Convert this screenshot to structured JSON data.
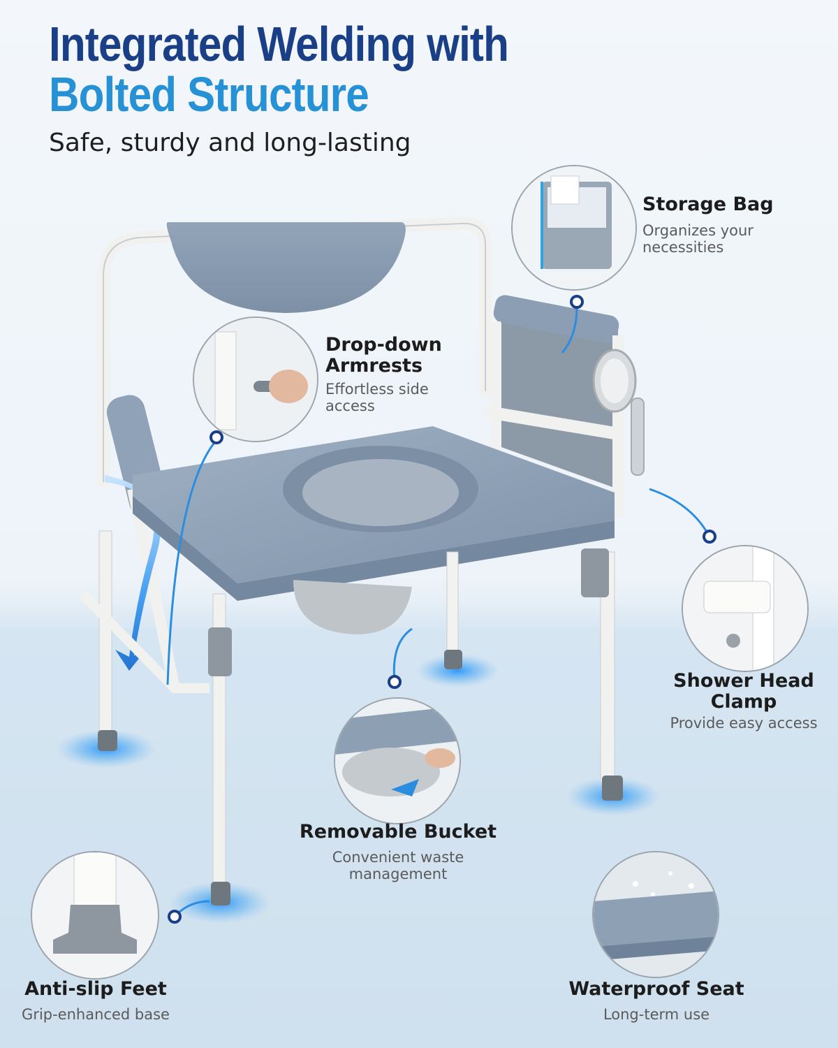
{
  "header": {
    "title_line1": "Integrated Welding with",
    "title_line2": "Bolted Structure",
    "subtitle": "Safe, sturdy and long-lasting"
  },
  "callouts": {
    "storage_bag": {
      "title": "Storage Bag",
      "desc_line1": "Organizes your",
      "desc_line2": "necessities"
    },
    "drop_down_armrests": {
      "title_line1": "Drop-down",
      "title_line2": "Armrests",
      "desc_line1": "Effortless side",
      "desc_line2": "access"
    },
    "shower_head_clamp": {
      "title_line1": "Shower Head",
      "title_line2": "Clamp",
      "desc": "Provide easy access"
    },
    "removable_bucket": {
      "title": "Removable Bucket",
      "desc_line1": "Convenient waste",
      "desc_line2": "management"
    },
    "anti_slip_feet": {
      "title": "Anti-slip Feet",
      "desc": "Grip-enhanced base"
    },
    "waterproof_seat": {
      "title": "Waterproof Seat",
      "desc": "Long-term use"
    }
  },
  "colors": {
    "title_dark_blue": "#1a3f86",
    "title_light_blue": "#2791d6",
    "seat_gray_blue": "#8a9db3",
    "frame_white": "#f4f4f2",
    "accent_blue": "#2a8de0"
  }
}
